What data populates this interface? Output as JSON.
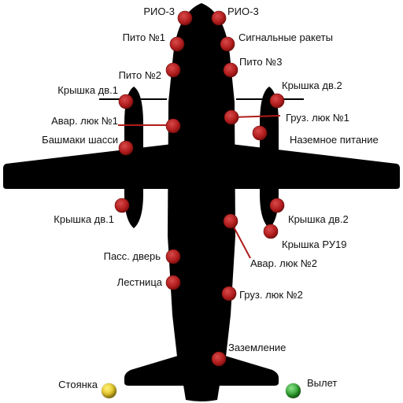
{
  "colors": {
    "aircraft": "#000000",
    "checkpoint": "#b01c1c",
    "checkpoint_highlight": "#d84a4a",
    "leader_line": "#b01c1c",
    "parking_button": "#e0c020",
    "departure_button": "#2aa02a"
  },
  "checkpoints": {
    "rio3_left": "РИО-3",
    "rio3_right": "РИО-3",
    "pito1": "Пито №1",
    "signal_rockets": "Сигнальные ракеты",
    "pito3": "Пито №3",
    "pito2": "Пито №2",
    "cover_eng1_upper": "Крышка дв.1",
    "cover_eng2_upper": "Крышка дв.2",
    "emergency_hatch1": "Авар. люк №1",
    "cargo_hatch1": "Груз. люк №1",
    "gear_chocks": "Башмаки шасси",
    "ground_power": "Наземное питание",
    "cover_eng1_lower": "Крышка дв.1",
    "cover_eng2_lower": "Крышка дв.2",
    "cover_apu": "Крышка РУ19",
    "emergency_hatch2": "Авар. люк №2",
    "passenger_door": "Пасс. дверь",
    "ladder": "Лестница",
    "cargo_hatch2": "Груз. люк №2",
    "grounding": "Заземление"
  },
  "actions": {
    "parking_label": "Стоянка",
    "departure_label": "Вылет"
  }
}
